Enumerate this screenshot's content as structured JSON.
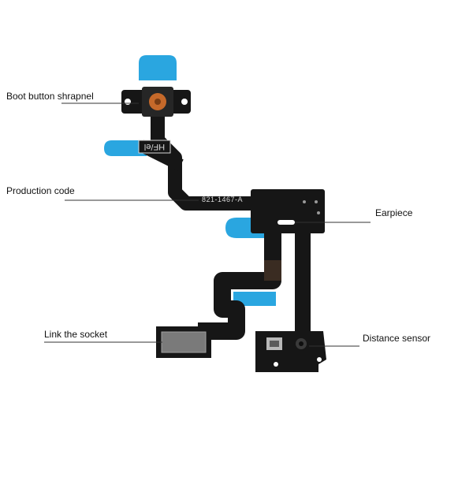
{
  "labels": {
    "boot_button": "Boot button shrapnel",
    "production_code": "Production code",
    "earpiece": "Earpiece",
    "link_socket": "Link the socket",
    "distance_sensor": "Distance sensor"
  },
  "markings": {
    "part_number": "821-1467-A",
    "silkscreen": "HF/el"
  },
  "colors": {
    "flex": "#161616",
    "tab": "#2aa6e0",
    "copper": "#c6692a",
    "shield": "#7a7a7a",
    "leader": "#333333"
  }
}
